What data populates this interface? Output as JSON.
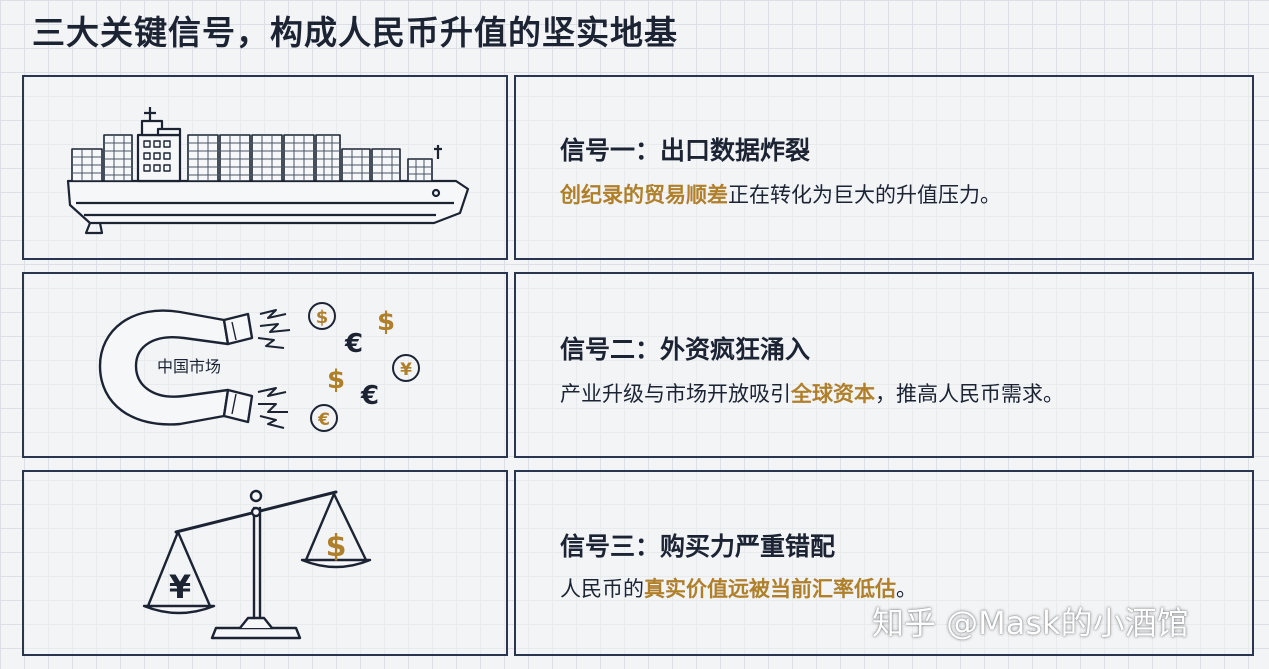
{
  "title": "三大关键信号，构成人民币升值的坚实地基",
  "signals": [
    {
      "title": "信号一：出口数据炸裂",
      "text_highlight": "创纪录的贸易顺差",
      "text_rest": "正在转化为巨大的升值压力。",
      "icon": "container-ship-icon"
    },
    {
      "title": "信号二：外资疯狂涌入",
      "text_pre": "产业升级与市场开放吸引",
      "text_highlight": "全球资本",
      "text_rest": "，推高人民币需求。",
      "icon": "magnet-icon",
      "magnet_label": "中国市场",
      "currency_symbols": {
        "dollar": "$",
        "euro": "€",
        "yuan": "¥"
      }
    },
    {
      "title": "信号三：购买力严重错配",
      "text_pre": "人民币的",
      "text_highlight": "真实价值远被当前汇率低估",
      "text_rest": "。",
      "icon": "balance-scale-icon",
      "pan_left_symbol": "¥",
      "pan_right_symbol": "$"
    }
  ],
  "watermark": "知乎 @Mask的小酒馆",
  "colors": {
    "navy": "#1c2434",
    "gold": "#b07f2a",
    "grid": "#dcdfe5"
  }
}
